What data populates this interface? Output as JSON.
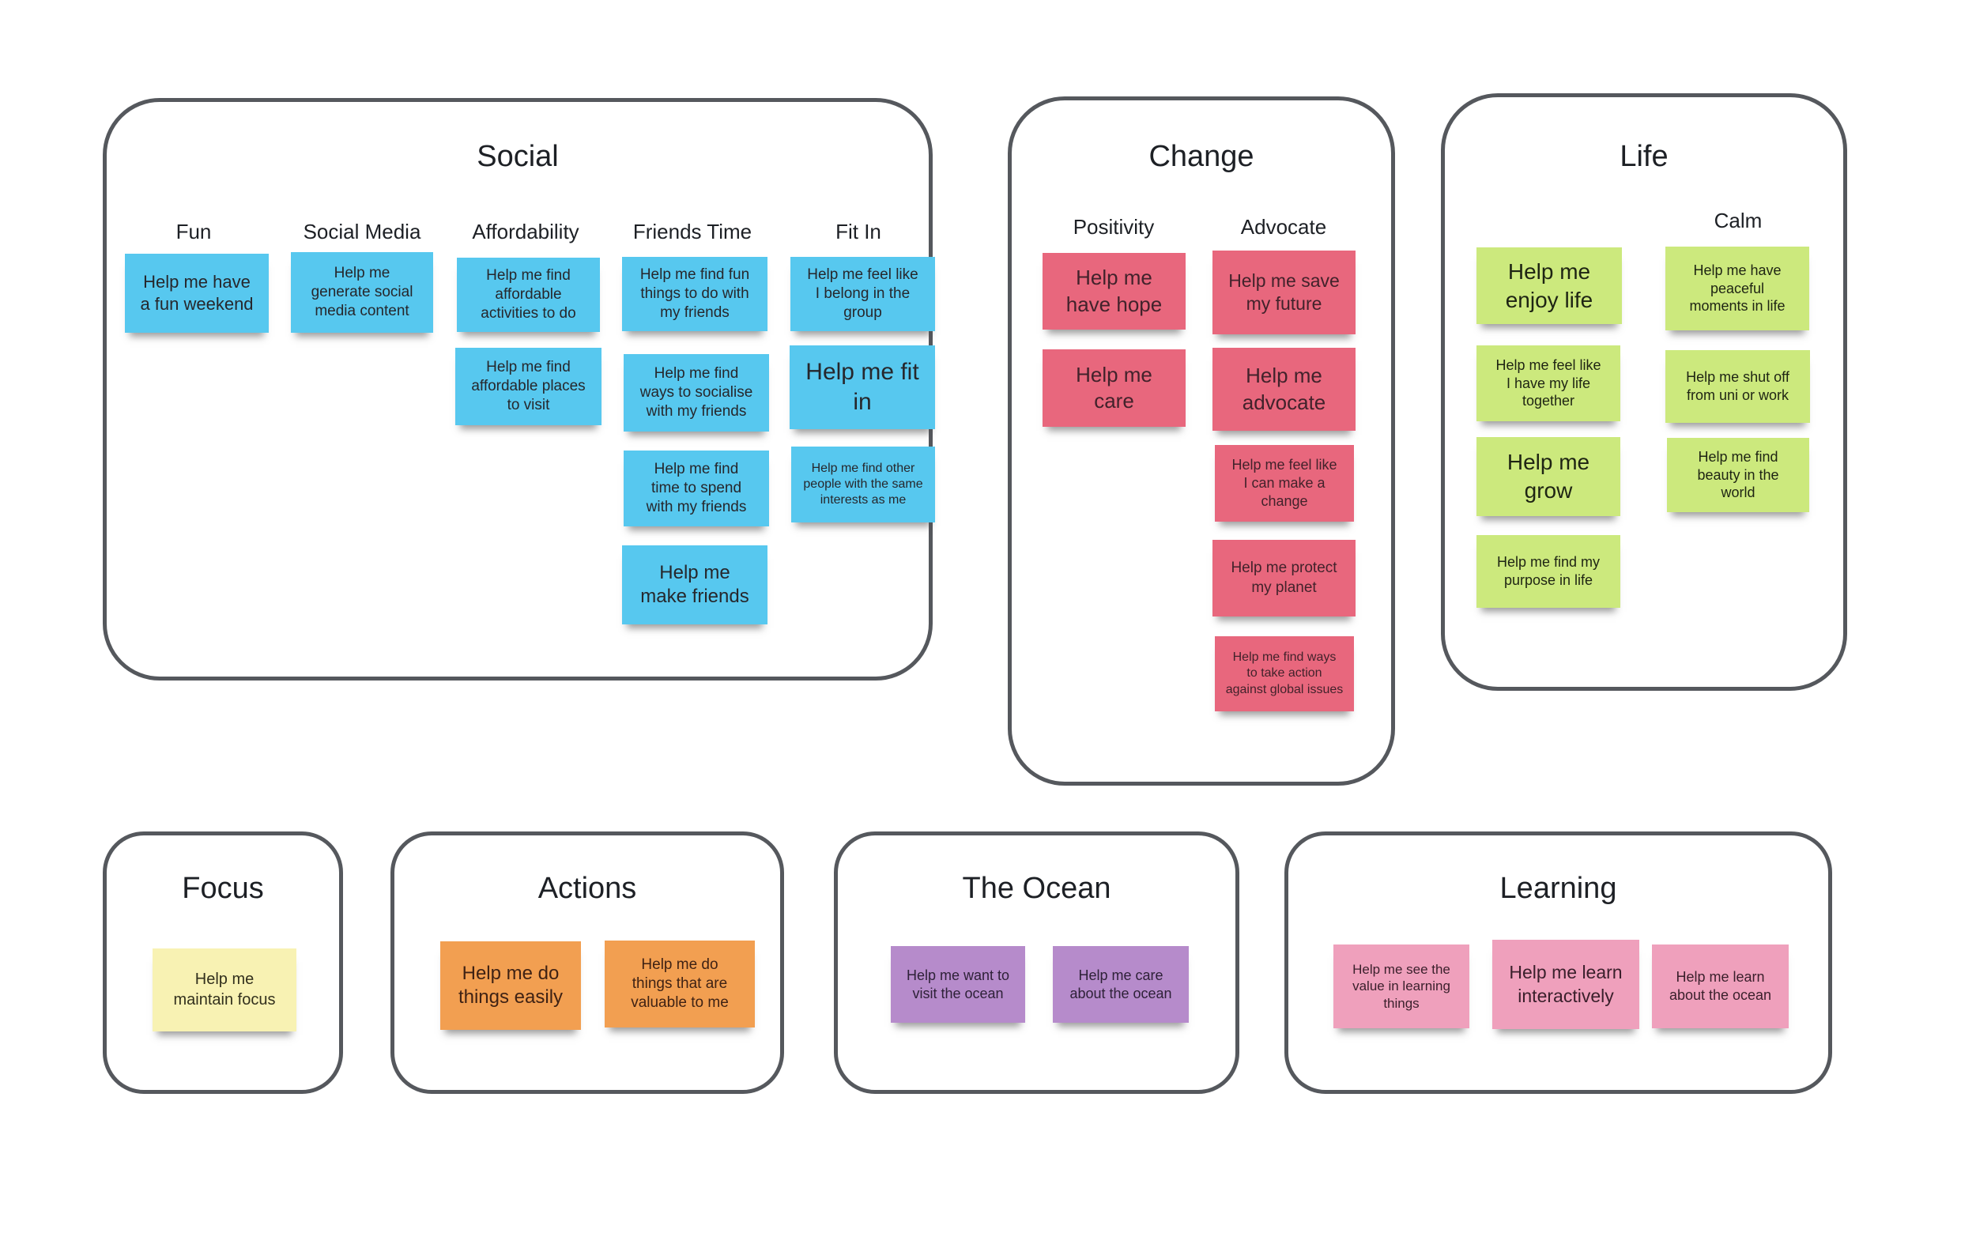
{
  "colors": {
    "background": "#FFFFFF",
    "frame_border": "#55585D",
    "social_note": "#57C8EF",
    "change_note": "#E8677D",
    "life_note": "#CCE97D",
    "focus_note": "#F8F2B3",
    "actions_note": "#F29F51",
    "ocean_note": "#B68BCB",
    "learning_note": "#EFA0BC"
  },
  "groups": [
    {
      "title": "Social",
      "columns": [
        "Fun",
        "Social Media",
        "Affordability",
        "Friends Time",
        "Fit In"
      ],
      "notes": [
        {
          "text": "Help me have\na fun weekend"
        },
        {
          "text": "Help me\ngenerate social\nmedia content"
        },
        {
          "text": "Help me find\naffordable\nactivities to do"
        },
        {
          "text": "Help me find\naffordable places\nto visit"
        },
        {
          "text": "Help me find fun\nthings to do with\nmy friends"
        },
        {
          "text": "Help me find\nways to socialise\nwith my friends"
        },
        {
          "text": "Help me find\ntime to spend\nwith my friends"
        },
        {
          "text": "Help me\nmake friends"
        },
        {
          "text": "Help me feel like\nI belong in the\ngroup"
        },
        {
          "text": "Help me fit\nin"
        },
        {
          "text": "Help me find other\npeople with the same\ninterests as me"
        }
      ]
    },
    {
      "title": "Change",
      "columns": [
        "Positivity",
        "Advocate"
      ],
      "notes": [
        {
          "text": "Help me\nhave hope"
        },
        {
          "text": "Help me\ncare"
        },
        {
          "text": "Help me save\nmy future"
        },
        {
          "text": "Help me\nadvocate"
        },
        {
          "text": "Help me feel like\nI can make a\nchange"
        },
        {
          "text": "Help me protect\nmy planet"
        },
        {
          "text": "Help me find ways\nto take action\nagainst global issues"
        }
      ]
    },
    {
      "title": "Life",
      "columns": [
        "Calm"
      ],
      "notes": [
        {
          "text": "Help me\nenjoy life"
        },
        {
          "text": "Help me feel like\nI have my life\ntogether"
        },
        {
          "text": "Help me\ngrow"
        },
        {
          "text": "Help me find my\npurpose in life"
        },
        {
          "text": "Help me have\npeaceful\nmoments in life"
        },
        {
          "text": "Help me shut off\nfrom uni or work"
        },
        {
          "text": "Help me find\nbeauty in the\nworld"
        }
      ]
    },
    {
      "title": "Focus",
      "columns": [],
      "notes": [
        {
          "text": "Help me\nmaintain focus"
        }
      ]
    },
    {
      "title": "Actions",
      "columns": [],
      "notes": [
        {
          "text": "Help me do\nthings easily"
        },
        {
          "text": "Help me do\nthings that are\nvaluable to me"
        }
      ]
    },
    {
      "title": "The Ocean",
      "columns": [],
      "notes": [
        {
          "text": "Help me want to\nvisit the ocean"
        },
        {
          "text": "Help me care\nabout the ocean"
        }
      ]
    },
    {
      "title": "Learning",
      "columns": [],
      "notes": [
        {
          "text": "Help me see the\nvalue in learning\nthings"
        },
        {
          "text": "Help me learn\ninteractively"
        },
        {
          "text": "Help me learn\nabout the ocean"
        }
      ]
    }
  ]
}
